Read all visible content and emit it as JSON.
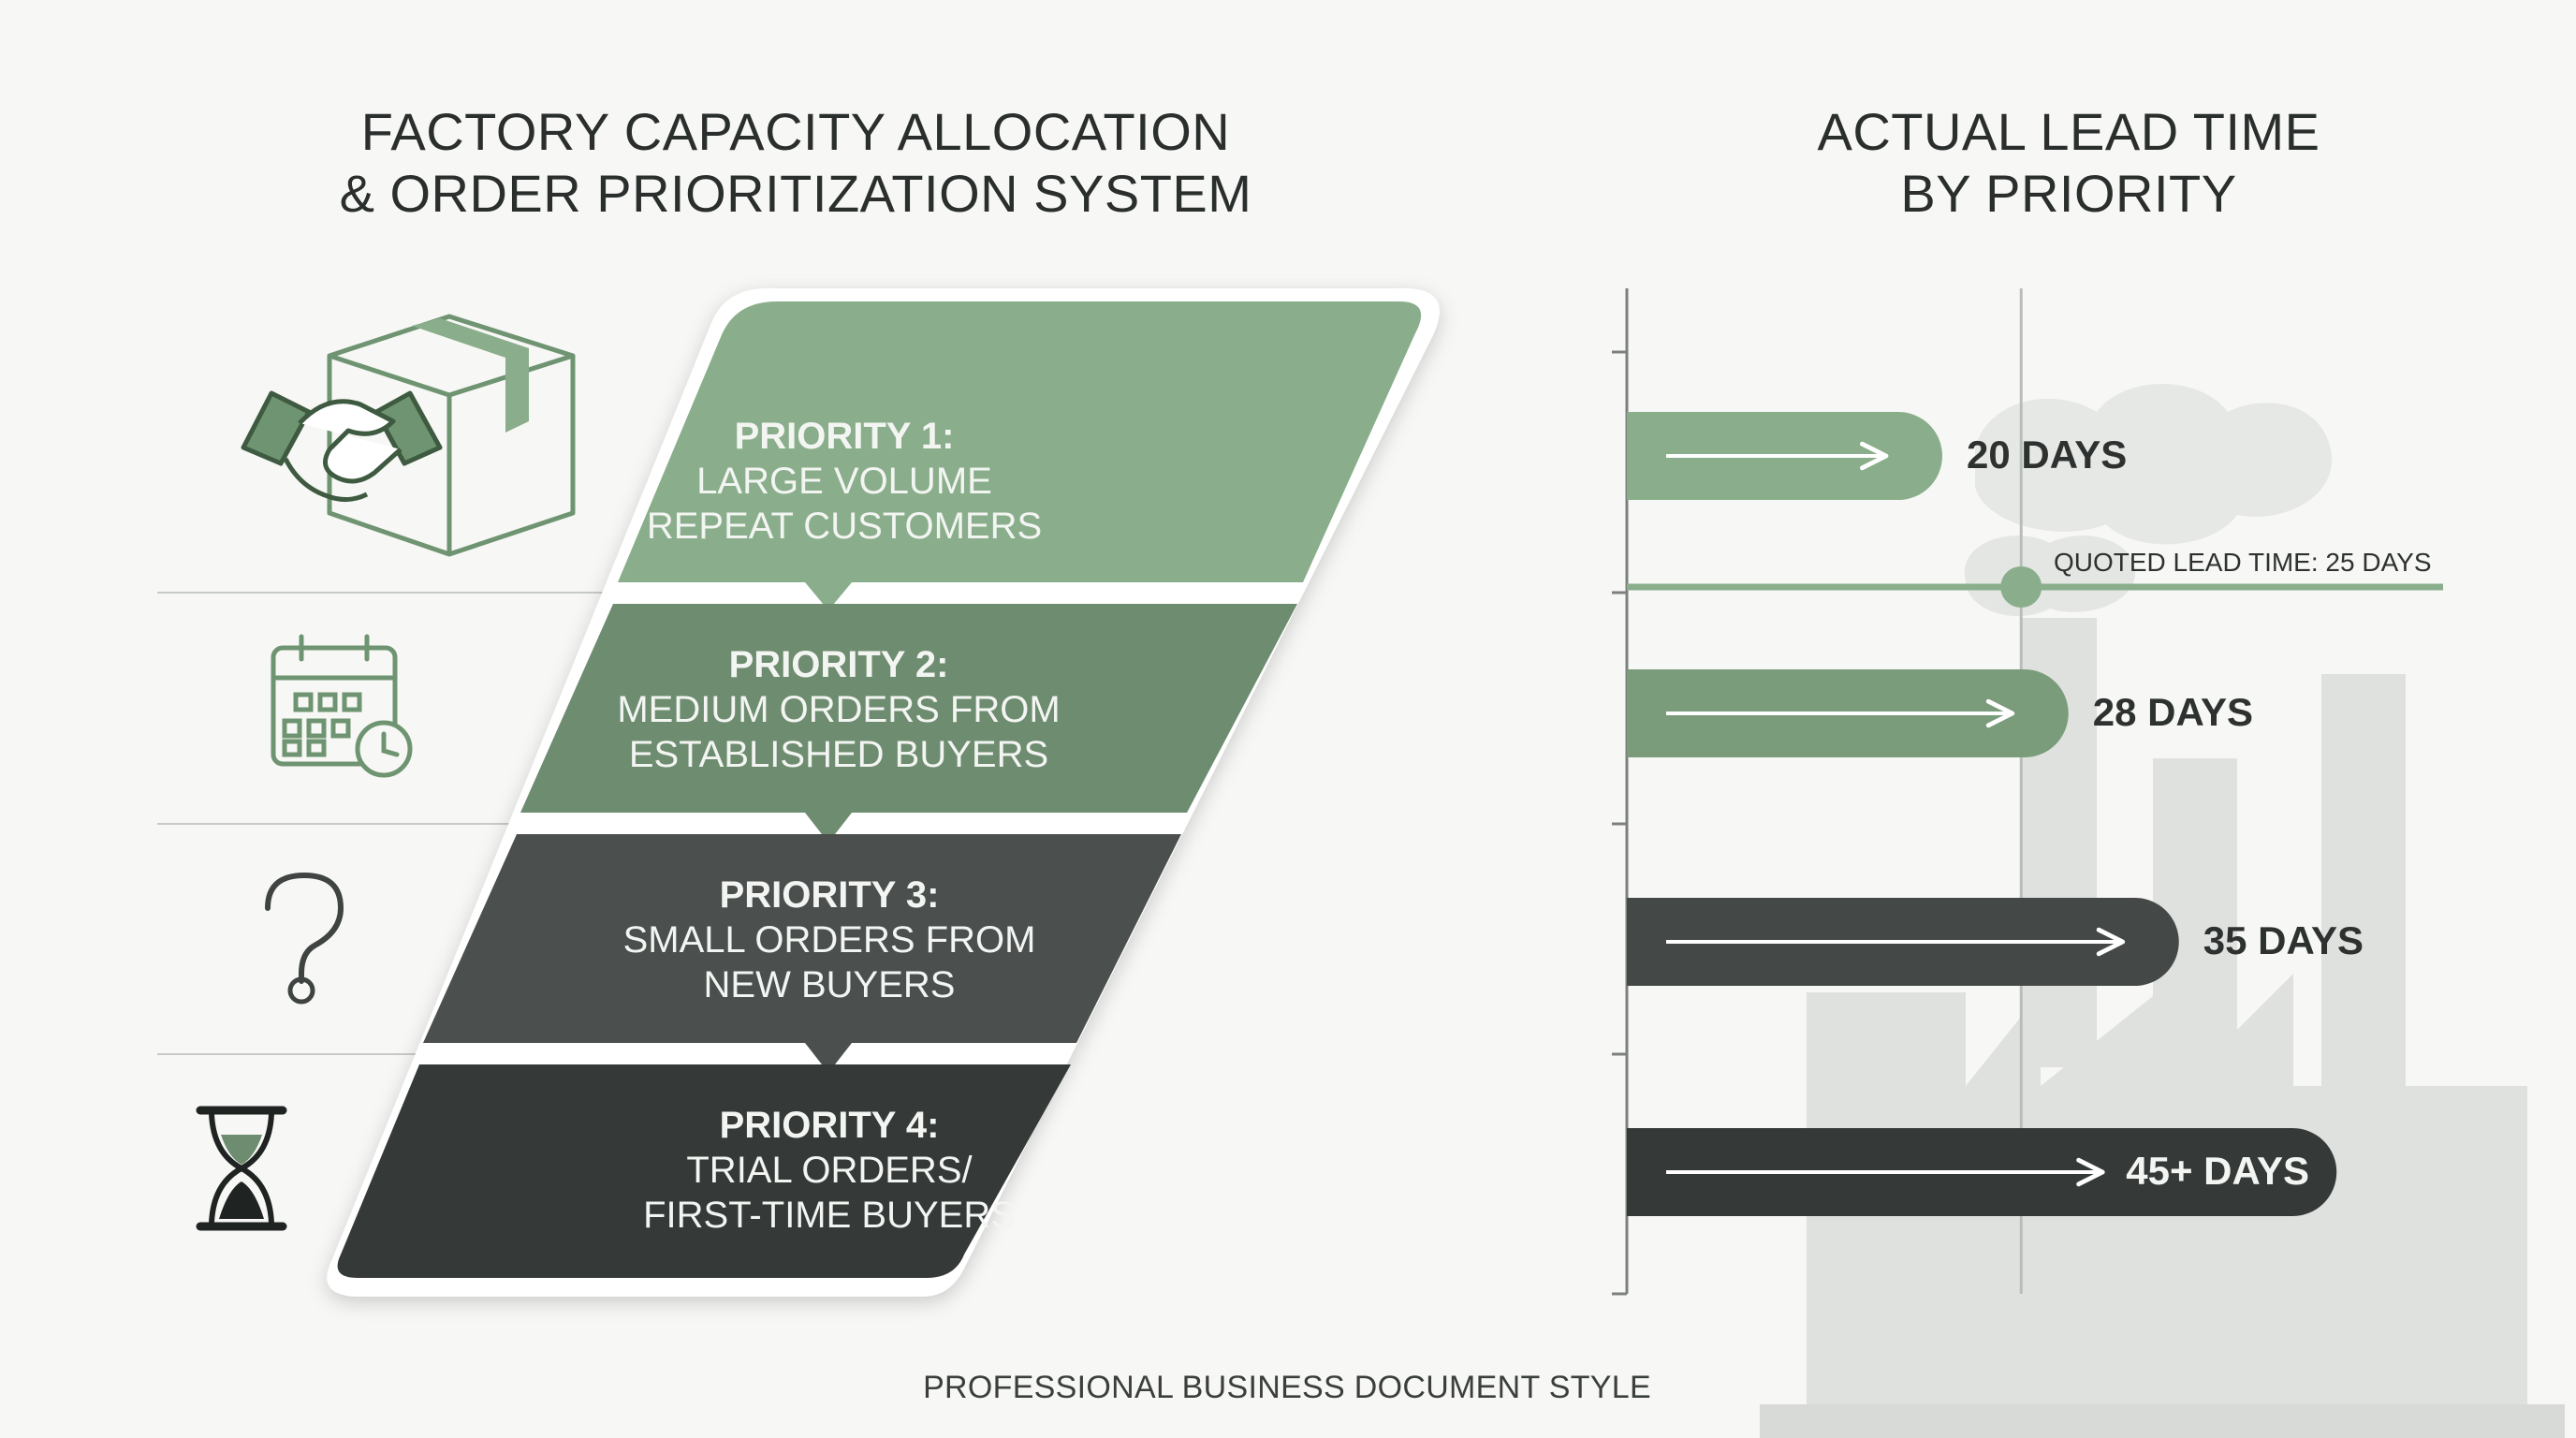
{
  "left_title": {
    "line1": "FACTORY CAPACITY ALLOCATION",
    "line2": "& ORDER PRIORITIZATION SYSTEM"
  },
  "right_title": {
    "line1": "ACTUAL LEAD TIME",
    "line2": "BY PRIORITY"
  },
  "tiers": [
    {
      "heading": "PRIORITY 1:",
      "line1": "LARGE VOLUME",
      "line2": "REPEAT CUSTOMERS",
      "icon": "handshake-box-icon",
      "color": "#8aae8b"
    },
    {
      "heading": "PRIORITY 2:",
      "line1": "MEDIUM ORDERS FROM",
      "line2": "ESTABLISHED BUYERS",
      "icon": "calendar-clock-icon",
      "color": "#6e8c6f"
    },
    {
      "heading": "PRIORITY 3:",
      "line1": "SMALL ORDERS FROM",
      "line2": "NEW BUYERS",
      "icon": "question-mark-icon",
      "color": "#4b504e"
    },
    {
      "heading": "PRIORITY 4:",
      "line1": "TRIAL ORDERS/",
      "line2": "FIRST-TIME BUYERS",
      "icon": "hourglass-icon",
      "color": "#353a38"
    }
  ],
  "chart_data": {
    "type": "bar",
    "orientation": "horizontal",
    "categories": [
      "PRIORITY 1",
      "PRIORITY 2",
      "PRIORITY 3",
      "PRIORITY 4"
    ],
    "values": [
      20,
      28,
      35,
      45
    ],
    "labels": [
      "20 DAYS",
      "28 DAYS",
      "35 DAYS",
      "45+ DAYS"
    ],
    "colors": [
      "#8aae8b",
      "#7a9c7b",
      "#444947",
      "#353a38"
    ],
    "reference_line": {
      "value": 25,
      "label": "QUOTED LEAD TIME: 25 DAYS"
    },
    "xlim": [
      0,
      50
    ],
    "title": "ACTUAL LEAD TIME BY PRIORITY",
    "grid": false
  },
  "footer": "PROFESSIONAL BUSINESS DOCUMENT STYLE"
}
